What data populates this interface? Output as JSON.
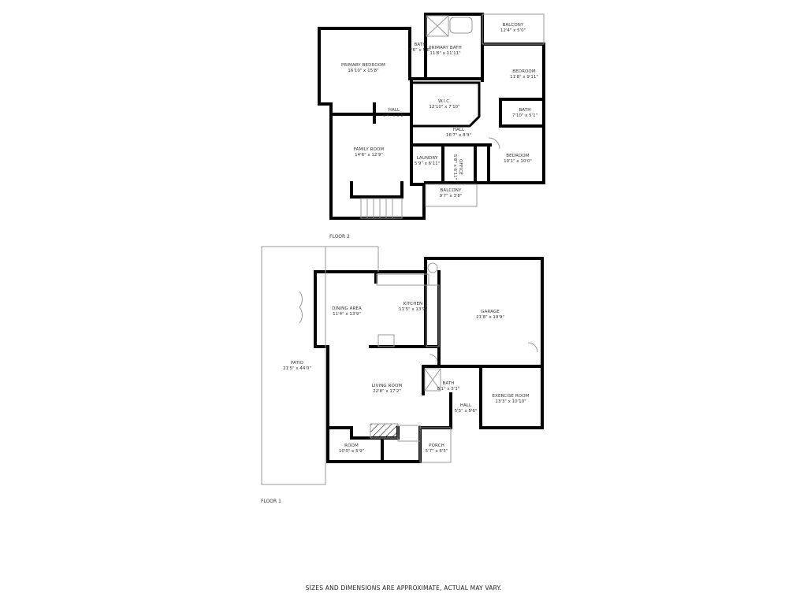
{
  "floor2": {
    "label": "FLOOR 2",
    "rooms": [
      {
        "name": "BALCONY",
        "dims": "12'4\" x 5'0\""
      },
      {
        "name": "BATH",
        "dims": "7'6\" x 5'6\""
      },
      {
        "name": "PRIMARY BATH",
        "dims": "11'8\" x 11'11\""
      },
      {
        "name": "PRIMARY BEDROOM",
        "dims": "16'10\" x 15'8\""
      },
      {
        "name": "BEDROOM",
        "dims": "11'8\" x 9'11\""
      },
      {
        "name": "W.I.C.",
        "dims": "12'10\" x 7'10\""
      },
      {
        "name": "HALL",
        "dims": "6'4\" x 3'8\""
      },
      {
        "name": "BATH",
        "dims": "7'10\" x 5'1\""
      },
      {
        "name": "HALL",
        "dims": "16'7\" x 8'3\""
      },
      {
        "name": "FAMILY ROOM",
        "dims": "14'6\" x 12'9\""
      },
      {
        "name": "LAUNDRY",
        "dims": "5'9\" x 6'11\""
      },
      {
        "name": "OFFICE",
        "dims": "5'8\" x 6'11\""
      },
      {
        "name": "BEDROOM",
        "dims": "10'1\" x 10'0\""
      },
      {
        "name": "BALCONY",
        "dims": "9'7\" x 3'8\""
      }
    ]
  },
  "floor1": {
    "label": "FLOOR 1",
    "rooms": [
      {
        "name": "DINING AREA",
        "dims": "11'4\" x 13'9\""
      },
      {
        "name": "KITCHEN",
        "dims": "11'5\" x 13'9\""
      },
      {
        "name": "GARAGE",
        "dims": "21'8\" x 19'9\""
      },
      {
        "name": "PATIO",
        "dims": "21'5\" x 44'0\""
      },
      {
        "name": "LIVING ROOM",
        "dims": "22'8\" x 17'2\""
      },
      {
        "name": "BATH",
        "dims": "8'1\" x 5'1\""
      },
      {
        "name": "EXERCISE ROOM",
        "dims": "13'3\" x 10'10\""
      },
      {
        "name": "HALL",
        "dims": "5'5\" x 5'6\""
      },
      {
        "name": "ROOM",
        "dims": "10'0\" x 5'9\""
      },
      {
        "name": "PORCH",
        "dims": "5'7\" x 6'5\""
      }
    ]
  },
  "disclaimer": "SIZES AND DIMENSIONS ARE APPROXIMATE, ACTUAL MAY VARY."
}
